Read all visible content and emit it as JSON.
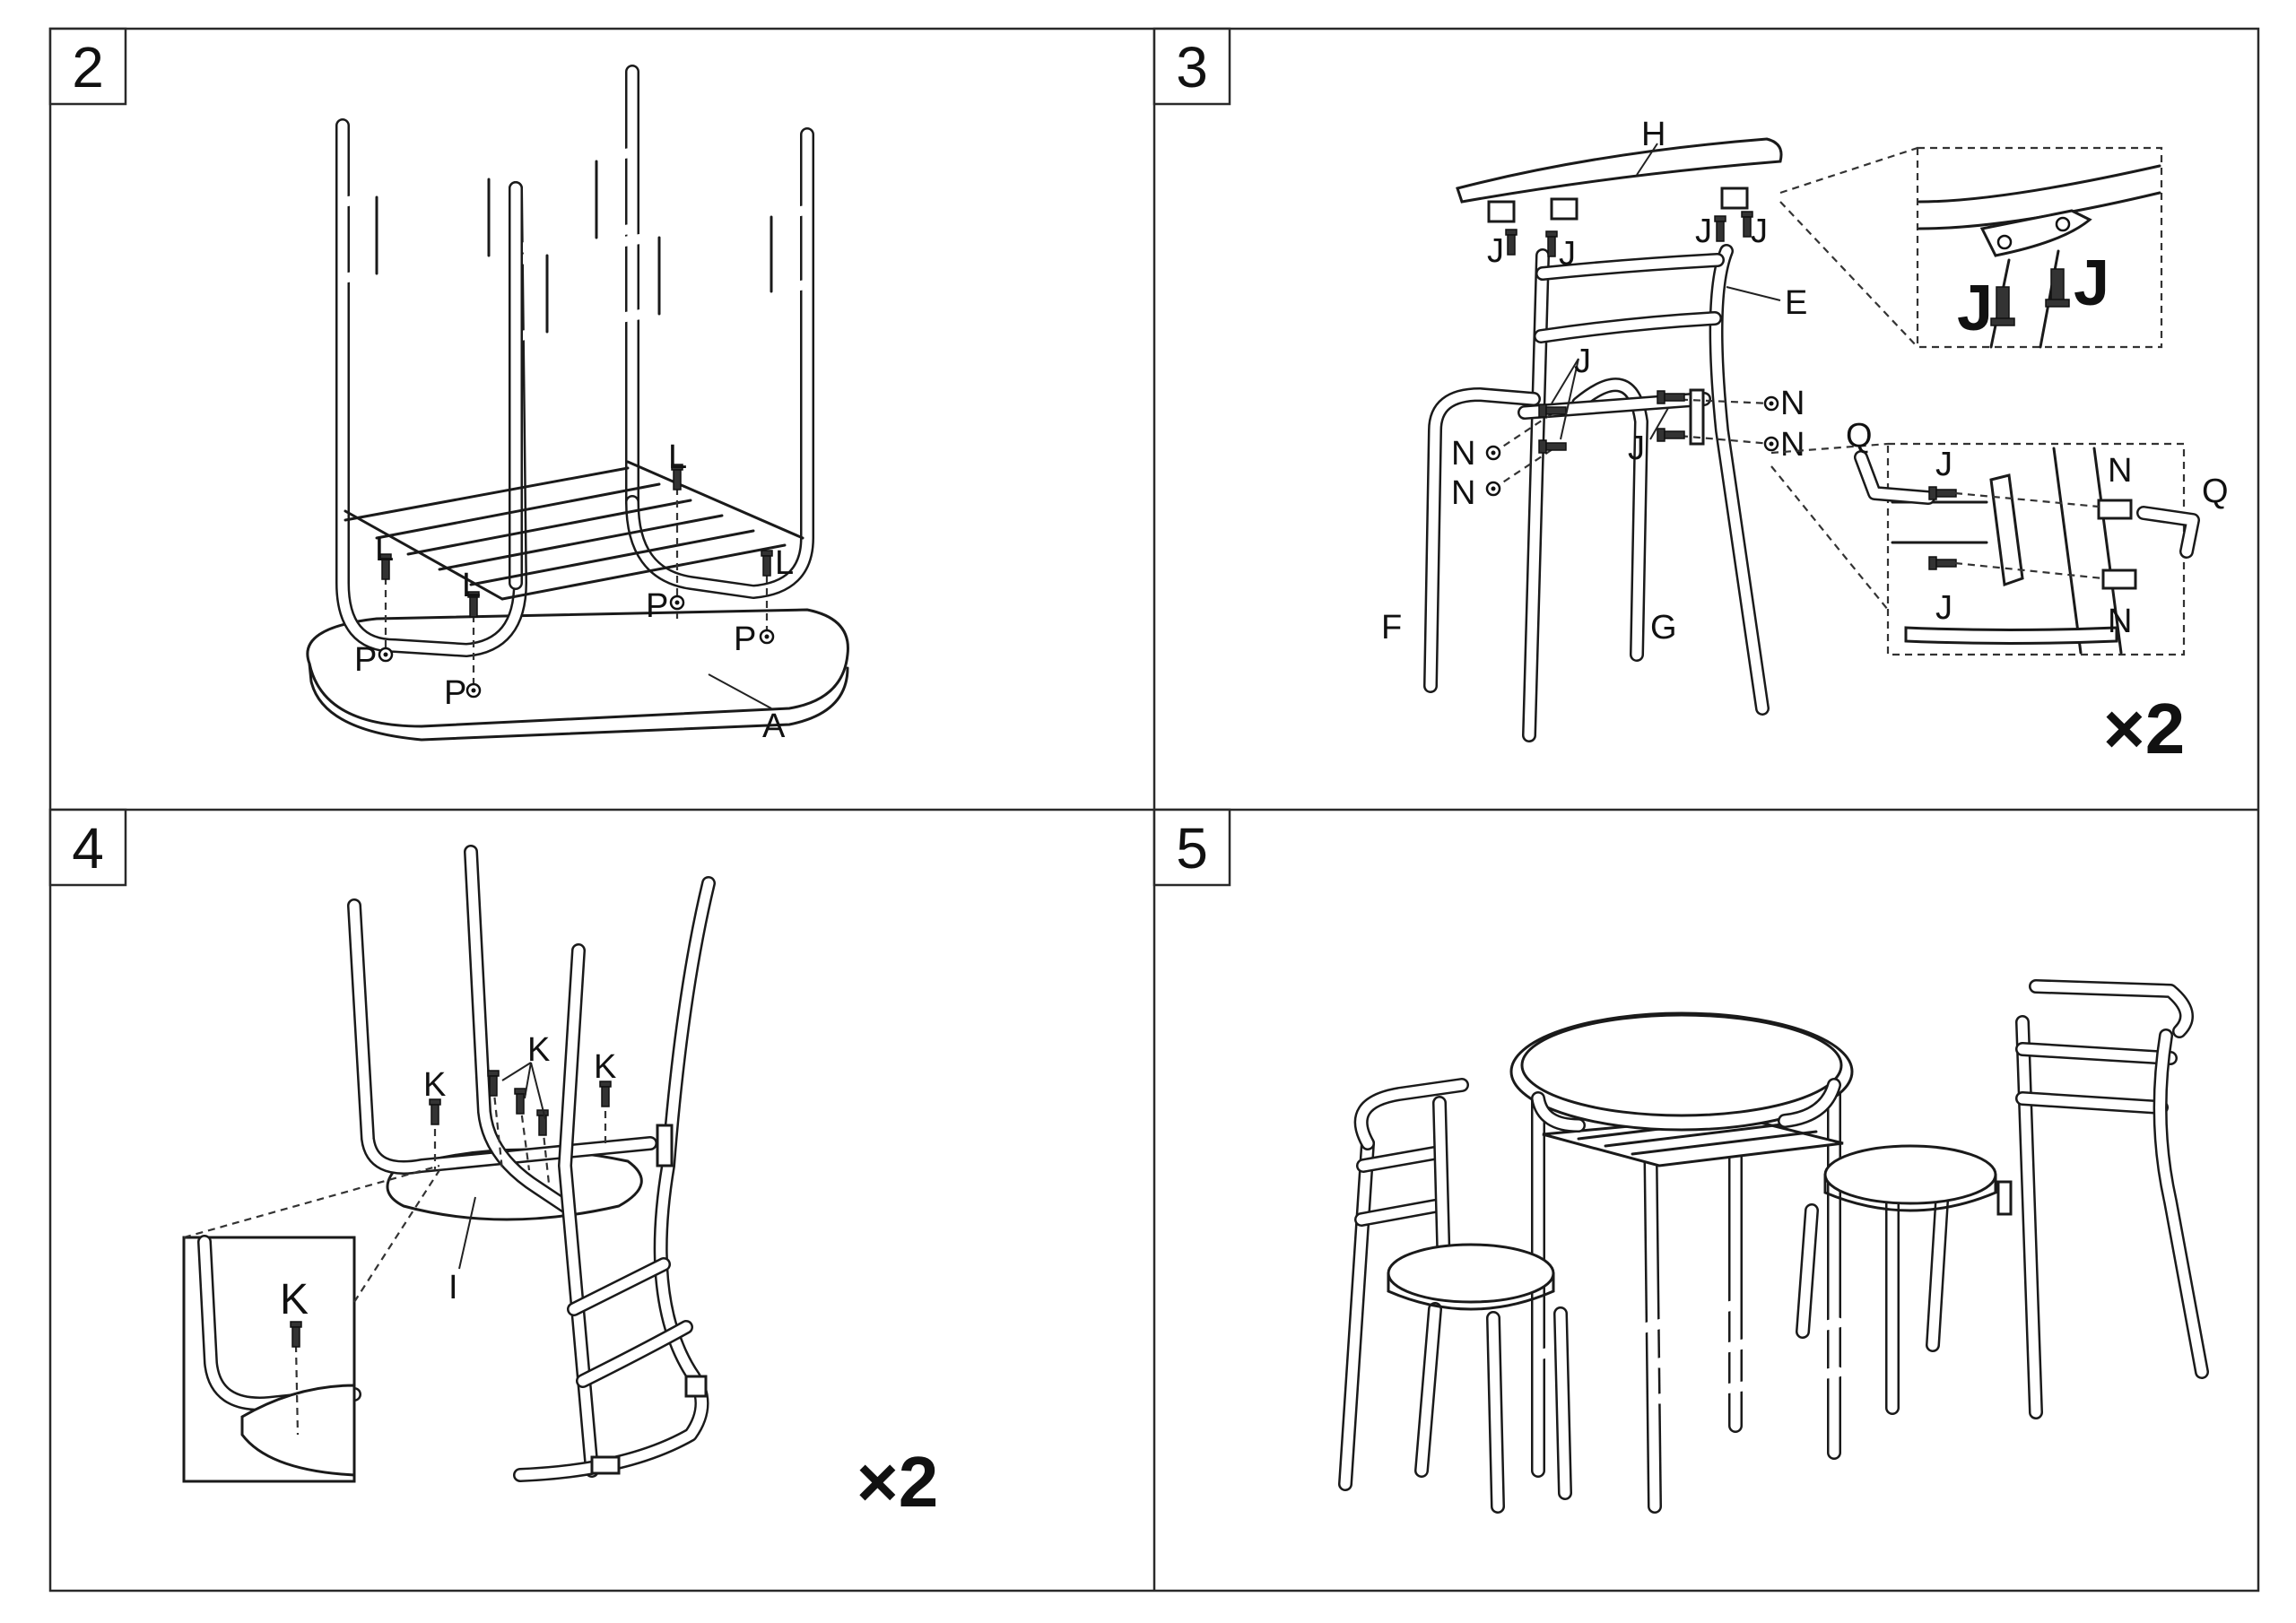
{
  "steps": [
    {
      "number": "2",
      "labels": {
        "L1": "L",
        "L2": "L",
        "L3": "L",
        "L4": "L",
        "P1": "P",
        "P2": "P",
        "P3": "P",
        "P4": "P",
        "A": "A"
      }
    },
    {
      "number": "3",
      "labels": {
        "H": "H",
        "E": "E",
        "F": "F",
        "G": "G",
        "J1": "J",
        "J2": "J",
        "J3": "J",
        "J4": "J",
        "J5": "J",
        "J6": "J",
        "N1": "N",
        "N2": "N",
        "N3": "N",
        "N4": "N",
        "zoomJ1": "J",
        "zoomJ2": "J",
        "Q1": "Q",
        "Q2": "Q",
        "bJ1": "J",
        "bJ2": "J",
        "bN1": "N",
        "bN2": "N"
      },
      "multiplier": "×2"
    },
    {
      "number": "4",
      "labels": {
        "K1": "K",
        "K2": "K",
        "K3": "K",
        "I": "I",
        "zoomK": "K"
      },
      "multiplier": "×2"
    },
    {
      "number": "5"
    }
  ],
  "parts": {
    "screw": "screw-icon",
    "nut": "nut-icon",
    "allen_key": "allen-key-icon"
  }
}
